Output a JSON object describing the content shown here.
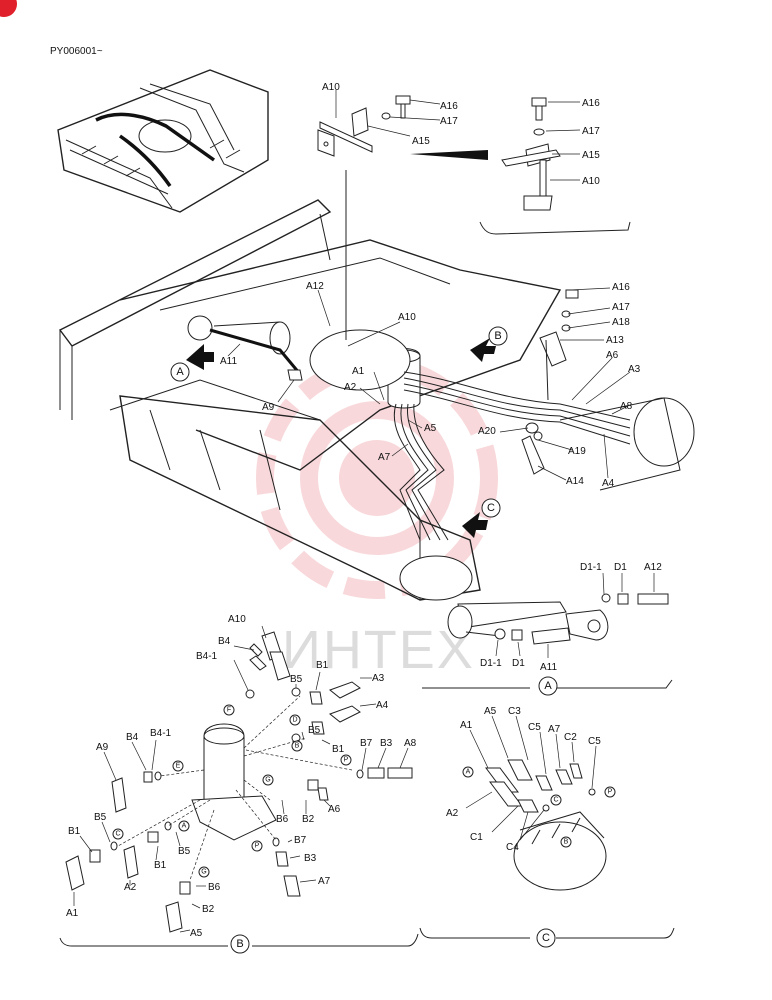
{
  "header": {
    "serial_range": "PY006001~"
  },
  "watermark": {
    "text": "ИНТЕХ",
    "color": "#f3b9bd"
  },
  "colors": {
    "line": "#222222",
    "watermark_logo": "#f3b9bd",
    "corner_badge": "#e0202a"
  },
  "section_markers": {
    "A": "A",
    "B": "B",
    "C": "C"
  },
  "inline_markers": {
    "D": "D",
    "E": "E",
    "F": "F",
    "G": "G",
    "P": "P",
    "A": "A",
    "B": "B",
    "C": "C"
  },
  "labels": {
    "top_inset": [
      "A10",
      "A16",
      "A17",
      "A15"
    ],
    "top_right": [
      "A16",
      "A17",
      "A15",
      "A10"
    ],
    "main": [
      "A12",
      "A10",
      "A11",
      "A9",
      "A1",
      "A2",
      "A5",
      "A7",
      "A16",
      "A17",
      "A18",
      "A13",
      "A6",
      "A3",
      "A8",
      "A20",
      "A19",
      "A14",
      "A4"
    ],
    "detail_a": [
      "D1-1",
      "D1",
      "A12",
      "D1-1",
      "D1",
      "A11"
    ],
    "detail_b": [
      "A10",
      "B4",
      "B4-1",
      "B1",
      "A3",
      "B5",
      "A4",
      "B4",
      "B4-1",
      "B5",
      "B1",
      "B7",
      "B3",
      "A8",
      "A9",
      "B6",
      "B2",
      "A6",
      "B5",
      "B1",
      "B1",
      "B5",
      "B7",
      "B3",
      "A1",
      "A2",
      "B6",
      "A7",
      "B2",
      "A5"
    ],
    "detail_c": [
      "A1",
      "A5",
      "C3",
      "C5",
      "A7",
      "C2",
      "C5",
      "A2",
      "C1",
      "C4"
    ]
  }
}
